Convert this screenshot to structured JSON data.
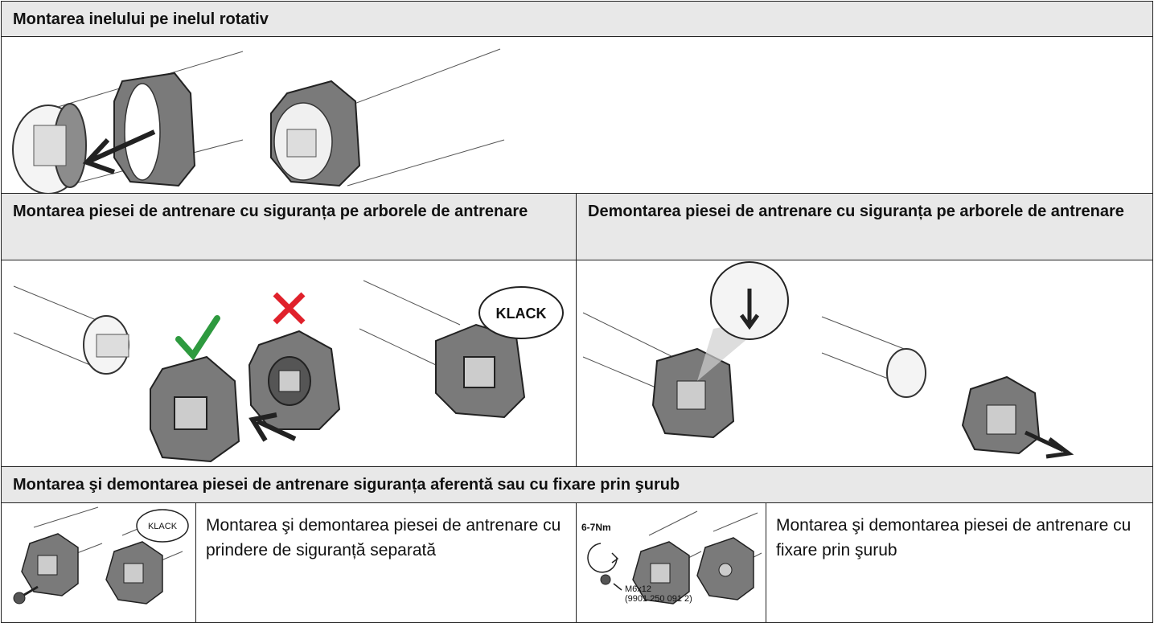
{
  "section1": {
    "title": "Montarea inelului pe inelul rotativ"
  },
  "section2": {
    "left_title": "Montarea piesei de antrenare cu siguranța pe arborele de antrenare",
    "right_title": "Demontarea piesei de antrenare cu siguranța pe arborele de antrenare",
    "klack_label": "KLACK"
  },
  "section3": {
    "title": "Montarea şi demontarea piesei de antrenare siguranța aferentă sau cu fixare prin şurub",
    "left_desc": "Montarea şi demontarea piesei de antrenare cu prindere de siguranță separată",
    "left_klack": "KLACK",
    "right_desc": "Montarea şi demontarea piesei de antrenare cu fixare prin şurub",
    "torque_label": "6-7Nm",
    "screw_label": "M6x12",
    "screw_part": "(9901 250 091 2)"
  },
  "colors": {
    "header_bg": "#e8e8e8",
    "check": "#2e9a3f",
    "cross": "#e0212b",
    "part_gray": "#8c8c8c"
  }
}
